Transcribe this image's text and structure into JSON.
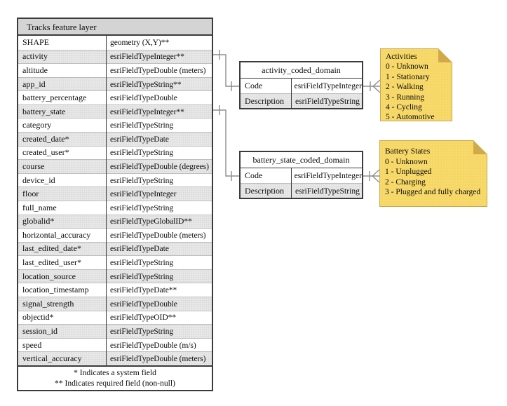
{
  "diagram": {
    "main_table": {
      "title": "Tracks feature layer",
      "rows": [
        {
          "name": "SHAPE",
          "type": "geometry (X,Y)**"
        },
        {
          "name": "activity",
          "type": "esriFieldTypeInteger**"
        },
        {
          "name": "altitude",
          "type": "esriFieldTypeDouble (meters)"
        },
        {
          "name": "app_id",
          "type": "esriFieldTypeString**"
        },
        {
          "name": "battery_percentage",
          "type": "esriFieldTypeDouble"
        },
        {
          "name": "battery_state",
          "type": "esriFieldTypeInteger**"
        },
        {
          "name": "category",
          "type": "esriFieldTypeString"
        },
        {
          "name": "created_date*",
          "type": "esriFieldTypeDate"
        },
        {
          "name": "created_user*",
          "type": "esriFieldTypeString"
        },
        {
          "name": "course",
          "type": "esriFieldTypeDouble (degrees)"
        },
        {
          "name": "device_id",
          "type": "esriFieldTypeString"
        },
        {
          "name": "floor",
          "type": "esriFieldTypeInteger"
        },
        {
          "name": "full_name",
          "type": "esriFieldTypeString"
        },
        {
          "name": "globalid*",
          "type": "esriFieldTypeGlobalID**"
        },
        {
          "name": "horizontal_accuracy",
          "type": "esriFieldTypeDouble (meters)"
        },
        {
          "name": "last_edited_date*",
          "type": "esriFieldTypeDate"
        },
        {
          "name": "last_edited_user*",
          "type": "esriFieldTypeString"
        },
        {
          "name": "location_source",
          "type": "esriFieldTypeString"
        },
        {
          "name": "location_timestamp",
          "type": "esriFieldTypeDate**"
        },
        {
          "name": "signal_strength",
          "type": "esriFieldTypeDouble"
        },
        {
          "name": "objectid*",
          "type": "esriFieldTypeOID**"
        },
        {
          "name": "session_id",
          "type": "esriFieldTypeString"
        },
        {
          "name": "speed",
          "type": "esriFieldTypeDouble (m/s)"
        },
        {
          "name": "vertical_accuracy",
          "type": "esriFieldTypeDouble (meters)"
        }
      ],
      "footnotes": [
        "* Indicates a system field",
        "** Indicates required field (non-null)"
      ]
    },
    "domain_tables": [
      {
        "title": "activity_coded_domain",
        "rows": {
          "code": {
            "label": "Code",
            "type": "esriFieldTypeInteger"
          },
          "description": {
            "label": "Description",
            "type": "esriFieldTypeString"
          }
        }
      },
      {
        "title": "battery_state_coded_domain",
        "rows": {
          "code": {
            "label": "Code",
            "type": "esriFieldTypeInteger"
          },
          "description": {
            "label": "Description",
            "type": "esriFieldTypeString"
          }
        }
      }
    ],
    "notes": [
      {
        "title": "Activities",
        "items": [
          "0 - Unknown",
          "1 - Stationary",
          "2 - Walking",
          "3 - Running",
          "4 - Cycling",
          "5 - Automotive"
        ]
      },
      {
        "title": "Battery States",
        "items": [
          "0 - Unknown",
          "1 - Unplugged",
          "2 - Charging",
          "3 - Plugged and fully charged"
        ]
      }
    ],
    "colors": {
      "table_header_bg": "#d4d4d4",
      "row_alt_bg": "#e9e9e9",
      "border_dark": "#3b3b3b",
      "row_separator": "#bdbdbd",
      "connector": "#8f8f8f",
      "note_bg": "#f6d765",
      "note_fold": "#cfa94a",
      "note_edge": "#c9a94e"
    }
  }
}
